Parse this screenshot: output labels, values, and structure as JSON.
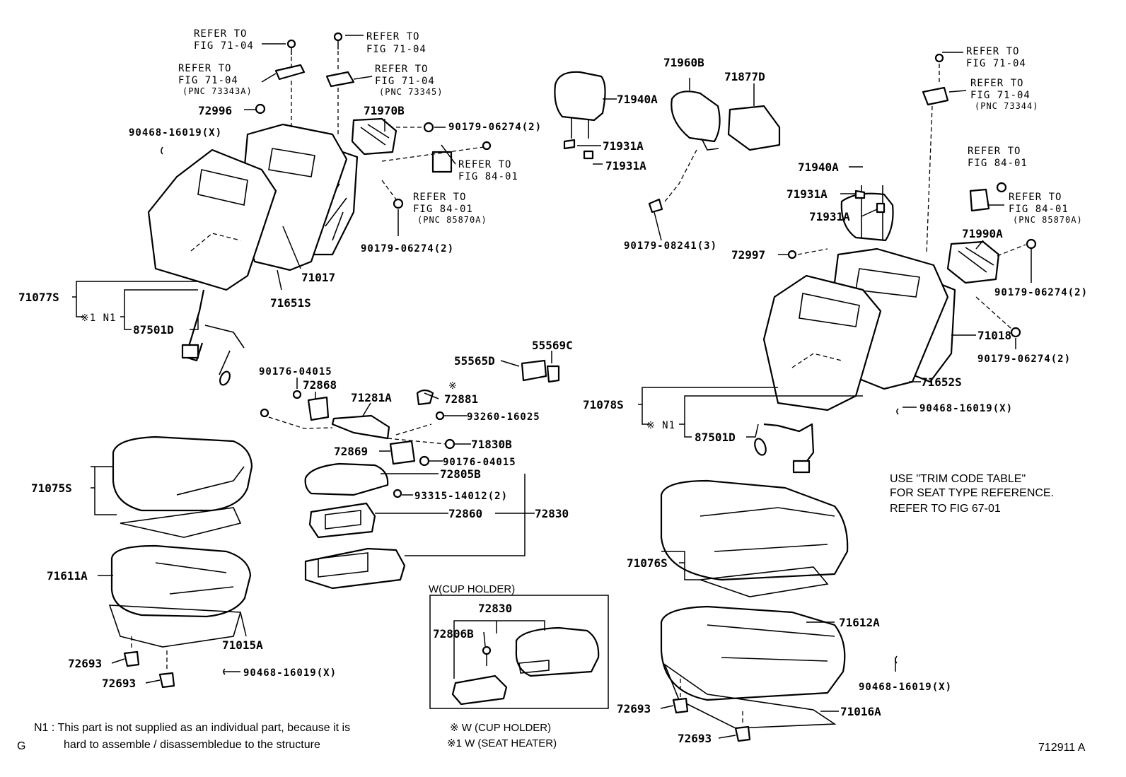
{
  "diagram": {
    "refs": {
      "r1a": "REFER TO",
      "r1b": "FIG 71-04",
      "r2a": "REFER TO",
      "r2b": "FIG 71-04",
      "r2c": "(PNC 73343A)",
      "r3a": "REFER TO",
      "r3b": "FIG 71-04",
      "r4a": "REFER TO",
      "r4b": "FIG 71-04",
      "r4c": "(PNC 73345)",
      "r5a": "REFER TO",
      "r5b": "FIG 84-01",
      "r6a": "REFER TO",
      "r6b": "FIG 84-01",
      "r6c": "(PNC 85870A)",
      "r7a": "REFER TO",
      "r7b": "FIG 71-04",
      "r8a": "REFER TO",
      "r8b": "FIG 71-04",
      "r8c": "(PNC 73344)",
      "r9a": "REFER TO",
      "r9b": "FIG 84-01",
      "r10a": "REFER TO",
      "r10b": "FIG 84-01",
      "r10c": "(PNC 85870A)"
    },
    "labels": {
      "p72996": "72996",
      "p90468_a": "90468-16019(X)",
      "p71970B": "71970B",
      "p90179_a": "90179-06274(2)",
      "p90179_b": "90179-06274(2)",
      "p71017": "71017",
      "p71651S": "71651S",
      "p71077S": "71077S",
      "p87501D_a": "87501D",
      "p71940A_a": "71940A",
      "p71931A_a": "71931A",
      "p71931A_b": "71931A",
      "p71960B": "71960B",
      "p71877D": "71877D",
      "p90179_08241": "90179-08241(3)",
      "p71940A_b": "71940A",
      "p71931A_c": "71931A",
      "p71931A_d": "71931A",
      "p71990A": "71990A",
      "p72997": "72997",
      "p90179_c": "90179-06274(2)",
      "p71018": "71018",
      "p90179_d": "90179-06274(2)",
      "p71652S": "71652S",
      "p90468_b": "90468-16019(X)",
      "p71078S": "71078S",
      "p87501D_b": "87501D",
      "p55565D": "55565D",
      "p55569C": "55569C",
      "p90176_a": "90176-04015",
      "p72868": "72868",
      "p71281A": "71281A",
      "p72881": "72881",
      "p93260": "93260-16025",
      "p71830B": "71830B",
      "p72869": "72869",
      "p90176_b": "90176-04015",
      "p72805B": "72805B",
      "p93315": "93315-14012(2)",
      "p72860": "72860",
      "p72830": "72830",
      "p71075S": "71075S",
      "p71611A": "71611A",
      "p71015A": "71015A",
      "p72693_a": "72693",
      "p72693_b": "72693",
      "p90468_c": "90468-16019(X)",
      "p71076S": "71076S",
      "p71612A": "71612A",
      "p90468_d": "90468-16019(X)",
      "p72693_c": "72693",
      "p72693_d": "72693",
      "p71016A": "71016A",
      "cup_title": "W(CUP HOLDER)",
      "cup_72830": "72830",
      "cup_72806B": "72806B",
      "n1_a": "※1 N1",
      "n1_b": "※ N1",
      "star": "※"
    },
    "notes": {
      "trim1": "USE \"TRIM CODE TABLE\"",
      "trim2": "FOR SEAT TYPE REFERENCE.",
      "trim3": "REFER TO FIG 67-01",
      "n1_line1": "N1 :  This part is not supplied as an individual part, because it is",
      "n1_line2": "hard to assemble / disassembledue to the structure",
      "g": "G",
      "legend1": "※   W (CUP HOLDER)",
      "legend2": "※1 W (SEAT HEATER)",
      "fig_id": "712911 A"
    }
  }
}
